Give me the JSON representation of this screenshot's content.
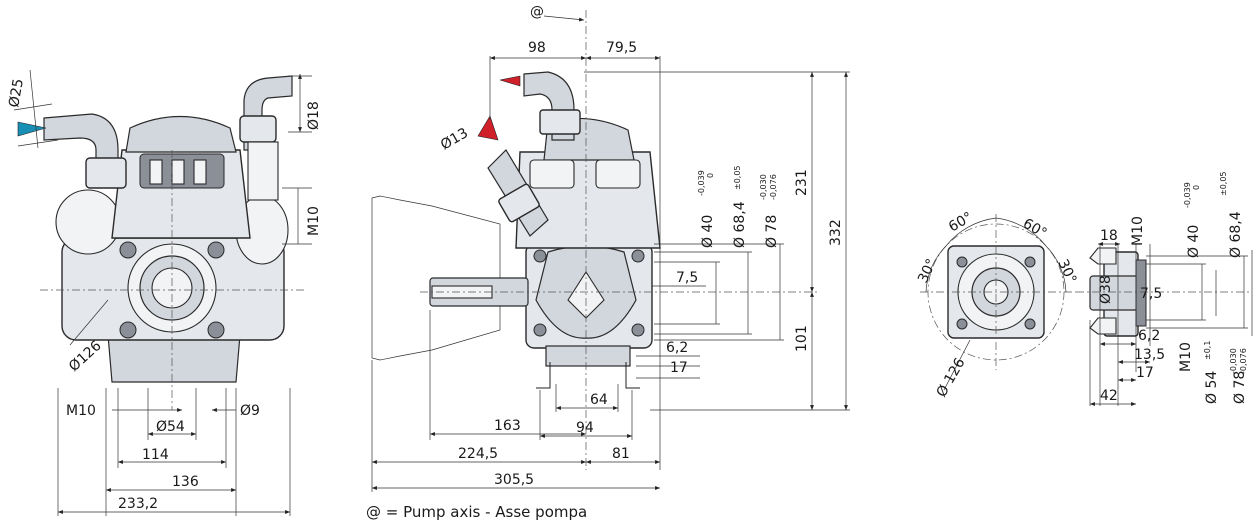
{
  "legend": "@ = Pump axis - Asse pompa",
  "axis_symbol": "@",
  "colors": {
    "inlet_arrow": "#1a8fb5",
    "outlet_arrow": "#d0202a"
  },
  "front_view": {
    "d_inlet": "Ø25",
    "d_outlet": "Ø18",
    "thread_side": "M10",
    "d_flange": "Ø126",
    "thread_base": "M10",
    "d_holes": "Ø9",
    "d_center": "Ø54",
    "w_114": "114",
    "w_136": "136",
    "w_233": "233,2"
  },
  "side_view": {
    "d_outlet_small": "Ø13",
    "top_98": "98",
    "top_79": "79,5",
    "d40": "Ø 40",
    "d40_tol_upper": "-0,039",
    "d40_tol_lower": "0",
    "d68": "Ø 68,4",
    "d68_tol": "±0,05",
    "d78": "Ø 78",
    "d78_tol_upper": "-0,030",
    "d78_tol_lower": "-0,076",
    "h231": "231",
    "h332": "332",
    "h101": "101",
    "d7_5": "7,5",
    "d6_2": "6,2",
    "d17": "17",
    "d64": "64",
    "d94": "94",
    "l163": "163",
    "l224": "224,5",
    "l81": "81",
    "l305": "305,5"
  },
  "flange_view": {
    "a60_left": "60°",
    "a60_right": "60°",
    "a30_left": "30°",
    "a30_right": "30°",
    "d126": "Ø 126"
  },
  "detail_view": {
    "d18": "18",
    "m10_top": "M10",
    "d40": "Ø 40",
    "d40_tol_upper": "-0,039",
    "d40_tol_lower": "0",
    "d68": "Ø 68,4",
    "d68_tol": "±0,05",
    "d38": "Ø38",
    "d7_5": "7,5",
    "d6_2": "6,2",
    "d13_5": "13,5",
    "d17": "17",
    "d42": "42",
    "m10_bottom": "M10",
    "d54": "Ø 54",
    "d54_tol": "±0,1",
    "d78": "Ø 78",
    "d78_tol_upper": "-0,030",
    "d78_tol_lower": "-0,076"
  }
}
